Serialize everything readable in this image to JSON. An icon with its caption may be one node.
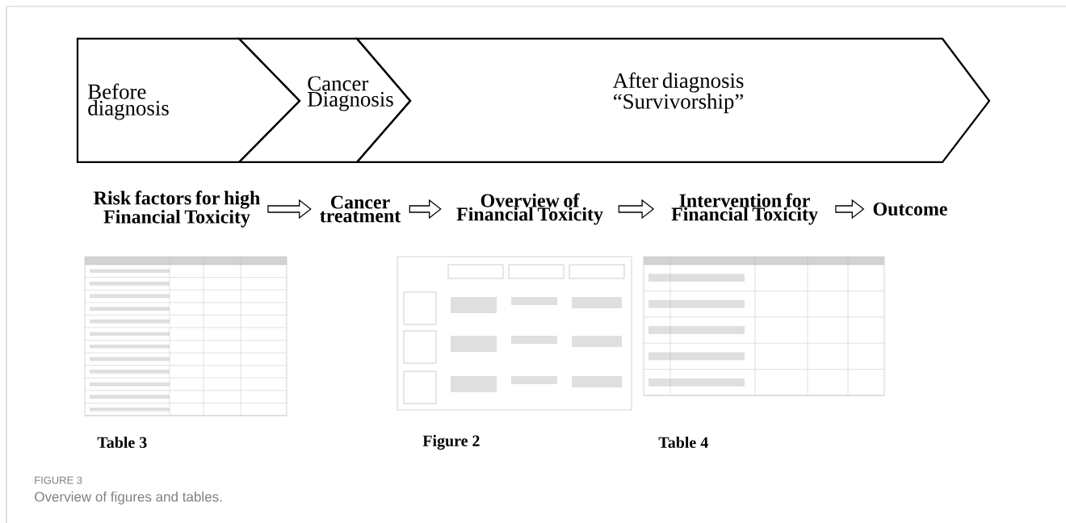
{
  "diagram": {
    "caption": "Overview of figures and tables.",
    "nodes": [
      {
        "text": [
          "Before diagnosis"
        ]
      },
      {
        "text": [
          "Cancer Diagnosis"
        ]
      },
      {
        "text": [
          "After diagnosis “Survivorship”"
        ]
      },
      {
        "text": [
          "Risk factors for high Financial Toxicity"
        ]
      },
      {
        "text": [
          "Cancer treatment"
        ]
      },
      {
        "text": [
          "Overview of Financial Toxicity"
        ]
      },
      {
        "text": [
          "Intervention for Financial Toxicity"
        ]
      },
      {
        "text": [
          "Outcome"
        ]
      }
    ],
    "edges": [
      {
        "from": 3,
        "to": 4,
        "arrow": "to"
      },
      {
        "from": 4,
        "to": 5,
        "arrow": "to"
      },
      {
        "from": 5,
        "to": 6,
        "arrow": "to"
      },
      {
        "from": 6,
        "to": 7,
        "arrow": "to"
      }
    ],
    "labels": [
      "Table 3",
      "Figure 2",
      "Table 4",
      "FIGURE 3"
    ]
  }
}
